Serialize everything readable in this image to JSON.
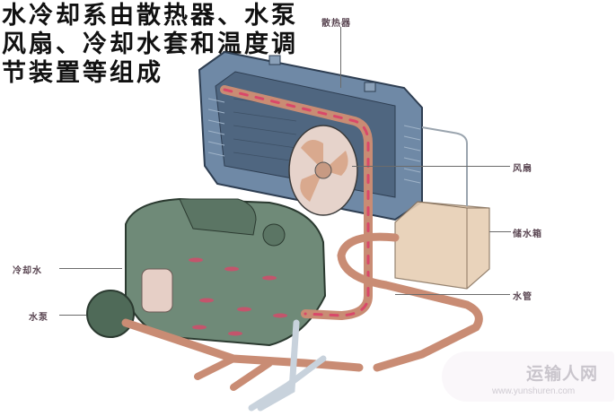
{
  "title": "水冷却系由散热器、水泵风扇、冷却水套和温度调节装置等组成",
  "labels": {
    "radiator": "散热器",
    "fan": "风扇",
    "reservoir": "储水箱",
    "water_pipe": "水管",
    "coolant": "冷却水",
    "water_pump": "水泵"
  },
  "watermark": {
    "name": "运输人网",
    "url": "www.yunshuren.com"
  },
  "colors": {
    "radiator": "#6f89a6",
    "engine": "#6f8a78",
    "pipe": "#c98c74",
    "reservoir": "#e7cfb4",
    "flow_arrow": "#d9486a"
  }
}
